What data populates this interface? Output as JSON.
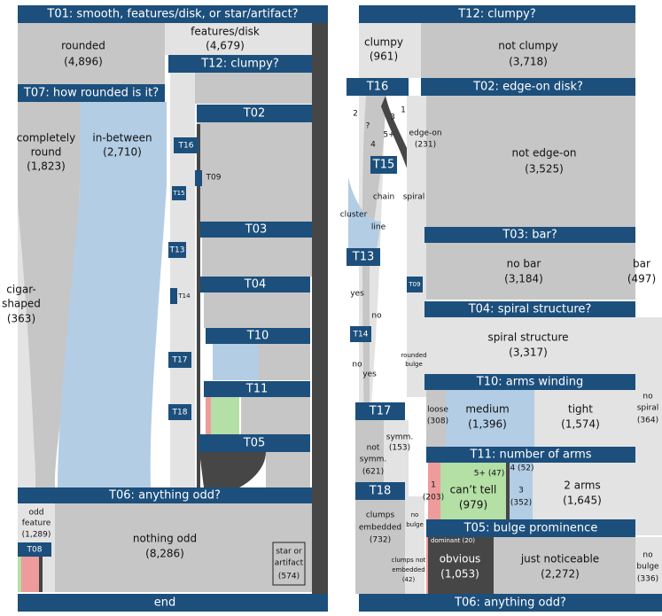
{
  "left": {
    "t01_header": "T01: smooth, features/disk, or star/artifact?",
    "rounded": "rounded",
    "rounded_count": "(4,896)",
    "features": "features/disk",
    "features_count": "(4,679)",
    "t12_header": "T12: clumpy?",
    "t07_header": "T07: how rounded is it?",
    "t02": "T02",
    "t16": "T16",
    "completely": "completely",
    "round": "round",
    "completely_count": "(1,823)",
    "in_between": "in-between",
    "in_between_count": "(2,710)",
    "t15": "T15",
    "t09": "T09",
    "t03": "T03",
    "t13": "T13",
    "cigar1": "cigar-",
    "cigar2": "shaped",
    "cigar_count": "(363)",
    "t04": "T04",
    "t14": "T14",
    "t10": "T10",
    "t17": "T17",
    "t11": "T11",
    "t18": "T18",
    "t05": "T05",
    "t06_header": "T06: anything odd?",
    "odd1": "odd",
    "odd2": "feature",
    "odd_count": "(1,289)",
    "t08": "T08",
    "nothing_odd": "nothing odd",
    "nothing_odd_count": "(8,286)",
    "star1": "star or",
    "star2": "artifact",
    "star_count": "(574)",
    "end": "end"
  },
  "right": {
    "t12_header": "T12: clumpy?",
    "clumpy": "clumpy",
    "clumpy_count": "(961)",
    "not_clumpy": "not clumpy",
    "not_clumpy_count": "(3,718)",
    "t16": "T16",
    "t02_header": "T02: edge-on disk?",
    "n2": "2",
    "n1": "1",
    "nq": "?",
    "n3": "3",
    "n4": "4",
    "n5": "5+",
    "edge_on": "edge-on",
    "edge_on_count": "(231)",
    "not_edge_on": "not edge-on",
    "not_edge_on_count": "(3,525)",
    "t15": "T15",
    "chain": "chain",
    "spiral": "spiral",
    "cluster": "cluster",
    "line": "line",
    "t03_header": "T03: bar?",
    "t13": "T13",
    "no_bar": "no bar",
    "no_bar_count": "(3,184)",
    "bar": "bar",
    "bar_count": "(497)",
    "yes1": "yes",
    "t09": "T09",
    "t04_header": "T04: spiral structure?",
    "no1": "no",
    "spiral_structure": "spiral structure",
    "spiral_structure_count": "(3,317)",
    "t14": "T14",
    "rounded1": "rounded",
    "rounded2": "bulge",
    "no2": "no",
    "yes2": "yes",
    "t10_header": "T10: arms winding",
    "no_spiral1": "no",
    "no_spiral2": "spiral",
    "no_spiral_count": "(364)",
    "t17": "T17",
    "loose": "loose",
    "loose_count": "(308)",
    "medium": "medium",
    "medium_count": "(1,396)",
    "tight": "tight",
    "tight_count": "(1,574)",
    "symm": "symm.",
    "symm_count": "(153)",
    "not1": "not",
    "not2": "symm.",
    "not_count": "(621)",
    "t11_header": "T11: number of arms",
    "five_plus": "5+ (47)",
    "four": "4 (52)",
    "one": "1",
    "one_count": "(203)",
    "cant_tell": "can’t tell",
    "cant_tell_count": "(979)",
    "three": "3",
    "three_count": "(352)",
    "two_arms": "2 arms",
    "two_arms_count": "(1,645)",
    "t18": "T18",
    "clumps1": "clumps",
    "clumps2": "embedded",
    "clumps_count": "(732)",
    "no_bulge_small1": "no",
    "no_bulge_small2": "bulge",
    "t05_header": "T05: bulge prominence",
    "dominant": "dominant (20)",
    "obvious": "obvious",
    "obvious_count": "(1,053)",
    "just_noticeable": "just noticeable",
    "just_noticeable_count": "(2,272)",
    "no_bulge1": "no",
    "no_bulge2": "bulge",
    "no_bulge_count": "(336)",
    "cne1": "clumps not",
    "cne2": "embedded",
    "cne_count": "(42)",
    "t06_header": "T06: anything odd?"
  },
  "colors": {
    "header": "#1c4f7c",
    "gray": "#c6c6c6",
    "light_gray": "#e3e3e3",
    "blue": "#b3cde4",
    "dark": "#464646",
    "green": "#b4dfa5",
    "pink": "#ee9b9b"
  }
}
